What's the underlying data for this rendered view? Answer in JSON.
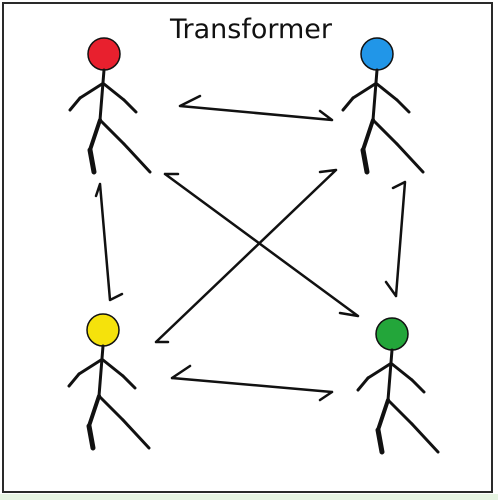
{
  "title": "Transformer",
  "colors": {
    "frame": "#2a2a2a",
    "stroke": "#111111",
    "strip": "#e6f4e2"
  },
  "figures": [
    {
      "id": "top-left",
      "color": "#e8202e"
    },
    {
      "id": "top-right",
      "color": "#2196e8"
    },
    {
      "id": "bottom-left",
      "color": "#f5e20c"
    },
    {
      "id": "bottom-right",
      "color": "#23a63a"
    }
  ],
  "connections": [
    {
      "from": "top-left",
      "to": "top-right"
    },
    {
      "from": "top-right",
      "to": "bottom-right"
    },
    {
      "from": "top-left",
      "to": "bottom-left"
    },
    {
      "from": "bottom-left",
      "to": "bottom-right"
    },
    {
      "from": "top-left",
      "to": "bottom-right"
    },
    {
      "from": "top-right",
      "to": "bottom-left"
    }
  ]
}
